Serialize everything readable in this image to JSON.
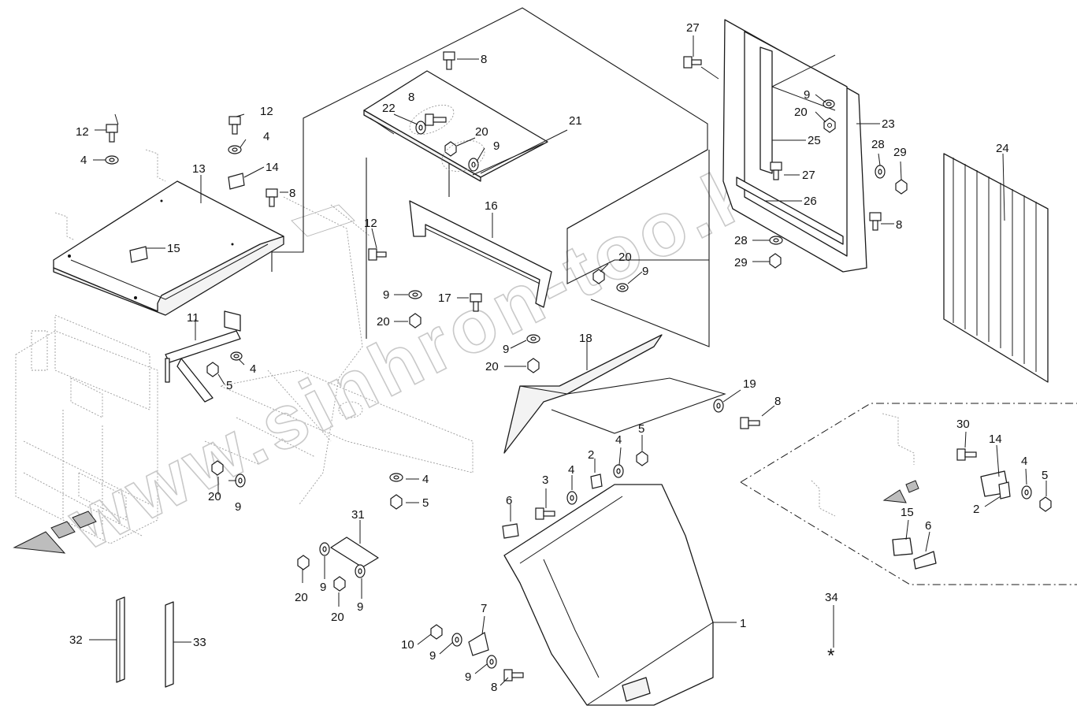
{
  "watermark": "www.sinhron-too.kz",
  "callouts": [
    {
      "id": "c-27a",
      "text": "27"
    },
    {
      "id": "c-8a",
      "text": "8"
    },
    {
      "id": "c-9a",
      "text": "9"
    },
    {
      "id": "c-20a",
      "text": "20"
    },
    {
      "id": "c-23",
      "text": "23"
    },
    {
      "id": "c-25",
      "text": "25"
    },
    {
      "id": "c-28a",
      "text": "28"
    },
    {
      "id": "c-29a",
      "text": "29"
    },
    {
      "id": "c-24",
      "text": "24"
    },
    {
      "id": "c-27b",
      "text": "27"
    },
    {
      "id": "c-26",
      "text": "26"
    },
    {
      "id": "c-8b",
      "text": "8"
    },
    {
      "id": "c-28b",
      "text": "28"
    },
    {
      "id": "c-29b",
      "text": "29"
    },
    {
      "id": "c-8c",
      "text": "8"
    },
    {
      "id": "c-22",
      "text": "22"
    },
    {
      "id": "c-21",
      "text": "21"
    },
    {
      "id": "c-20b",
      "text": "20"
    },
    {
      "id": "c-9b",
      "text": "9"
    },
    {
      "id": "c-12a",
      "text": "12"
    },
    {
      "id": "c-12b",
      "text": "12"
    },
    {
      "id": "c-4a",
      "text": "4"
    },
    {
      "id": "c-4b",
      "text": "4"
    },
    {
      "id": "c-14a",
      "text": "14"
    },
    {
      "id": "c-13",
      "text": "13"
    },
    {
      "id": "c-8d",
      "text": "8"
    },
    {
      "id": "c-15a",
      "text": "15"
    },
    {
      "id": "c-12c",
      "text": "12"
    },
    {
      "id": "c-16",
      "text": "16"
    },
    {
      "id": "c-20c",
      "text": "20"
    },
    {
      "id": "c-9c",
      "text": "9"
    },
    {
      "id": "c-9d",
      "text": "9"
    },
    {
      "id": "c-20d",
      "text": "20"
    },
    {
      "id": "c-17",
      "text": "17"
    },
    {
      "id": "c-11",
      "text": "11"
    },
    {
      "id": "c-4c",
      "text": "4"
    },
    {
      "id": "c-5a",
      "text": "5"
    },
    {
      "id": "c-9e",
      "text": "9"
    },
    {
      "id": "c-20e",
      "text": "20"
    },
    {
      "id": "c-18",
      "text": "18"
    },
    {
      "id": "c-19",
      "text": "19"
    },
    {
      "id": "c-8e",
      "text": "8"
    },
    {
      "id": "c-20f",
      "text": "20"
    },
    {
      "id": "c-9f",
      "text": "9"
    },
    {
      "id": "c-4d",
      "text": "4"
    },
    {
      "id": "c-5b",
      "text": "5"
    },
    {
      "id": "c-2a",
      "text": "2"
    },
    {
      "id": "c-4e",
      "text": "4"
    },
    {
      "id": "c-5c",
      "text": "5"
    },
    {
      "id": "c-3",
      "text": "3"
    },
    {
      "id": "c-4f",
      "text": "4"
    },
    {
      "id": "c-6a",
      "text": "6"
    },
    {
      "id": "c-30",
      "text": "30"
    },
    {
      "id": "c-14b",
      "text": "14"
    },
    {
      "id": "c-4g",
      "text": "4"
    },
    {
      "id": "c-5d",
      "text": "5"
    },
    {
      "id": "c-2b",
      "text": "2"
    },
    {
      "id": "c-15b",
      "text": "15"
    },
    {
      "id": "c-6b",
      "text": "6"
    },
    {
      "id": "c-31",
      "text": "31"
    },
    {
      "id": "c-20g",
      "text": "20"
    },
    {
      "id": "c-9g",
      "text": "9"
    },
    {
      "id": "c-20h",
      "text": "20"
    },
    {
      "id": "c-9h",
      "text": "9"
    },
    {
      "id": "c-7",
      "text": "7"
    },
    {
      "id": "c-10",
      "text": "10"
    },
    {
      "id": "c-9i",
      "text": "9"
    },
    {
      "id": "c-9j",
      "text": "9"
    },
    {
      "id": "c-8f",
      "text": "8"
    },
    {
      "id": "c-1",
      "text": "1"
    },
    {
      "id": "c-34",
      "text": "34"
    },
    {
      "id": "c-32",
      "text": "32"
    },
    {
      "id": "c-33",
      "text": "33"
    }
  ],
  "symbols": {
    "asterisk": "*",
    "asterisk_icon": "asterisk-icon",
    "direction_arrow_icon": "direction-arrow-icon"
  }
}
